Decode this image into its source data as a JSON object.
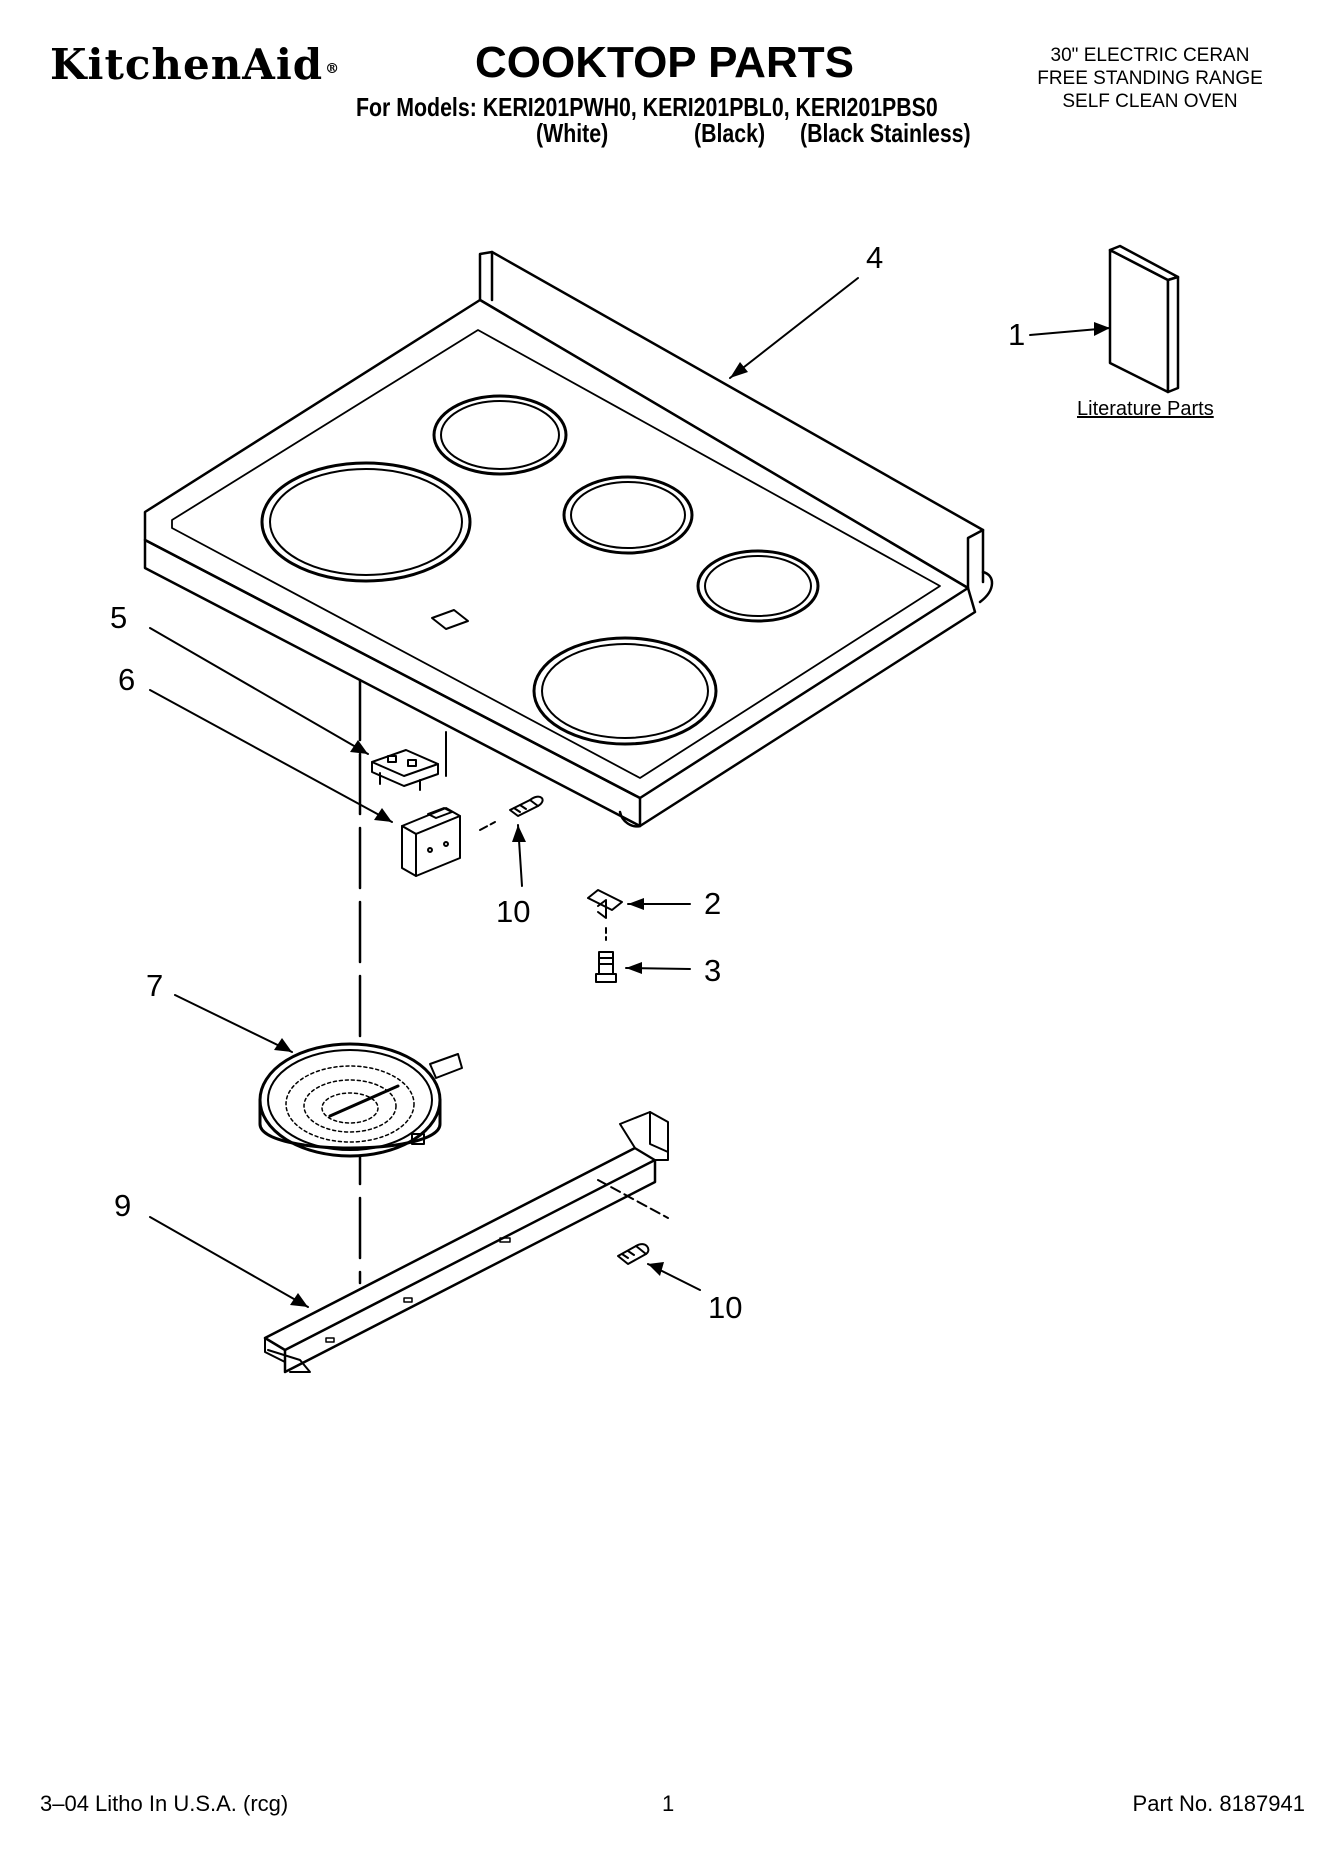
{
  "header": {
    "brand": "KitchenAid",
    "brand_mark": "®",
    "title": "COOKTOP PARTS",
    "models_line": "For Models: KERI201PWH0, KERI201PBL0, KERI201PBS0",
    "variants": [
      "(White)",
      "(Black)",
      "(Black Stainless)"
    ],
    "spec_lines": [
      "30\" ELECTRIC CERAN",
      "FREE STANDING RANGE",
      "SELF CLEAN OVEN"
    ]
  },
  "diagram": {
    "literature_label": "Literature Parts",
    "callouts": [
      "1",
      "2",
      "3",
      "4",
      "5",
      "6",
      "7",
      "9",
      "10",
      "10"
    ]
  },
  "footer": {
    "left": "3–04 Litho In U.S.A. (rcg)",
    "center": "1",
    "right": "Part No. 8187941"
  }
}
